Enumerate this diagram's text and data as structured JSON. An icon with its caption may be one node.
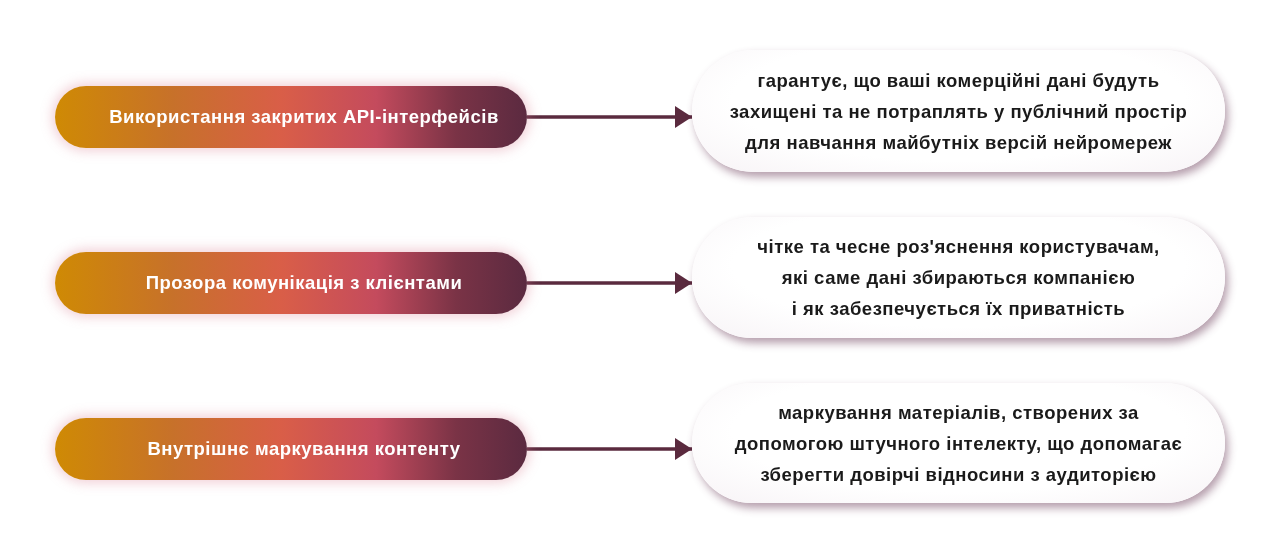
{
  "diagram": {
    "nodes": [
      {
        "text": [
          "Використання закритих API-інтерфейсів"
        ]
      },
      {
        "text": [
          "гарантує, що ваші комерційні дані будуть захищені та не потраплять у публічний простір для навчання майбутніх версій нейромереж"
        ]
      },
      {
        "text": [
          "Прозора комунікація з клієнтами"
        ]
      },
      {
        "text": [
          "чітке та чесне роз'яснення користувачам, які саме дані збираються компанією і як забезпечується їх приватність"
        ]
      },
      {
        "text": [
          "Внутрішнє маркування контенту"
        ]
      },
      {
        "text": [
          "маркування матеріалів, створених за допомогою штучного інтелекту, що допомагає зберегти довірчі відносини з аудиторією"
        ]
      }
    ],
    "edges": [
      {
        "from": 0,
        "to": 1,
        "arrow": "to"
      },
      {
        "from": 2,
        "to": 3,
        "arrow": "to"
      },
      {
        "from": 4,
        "to": 5,
        "arrow": "to"
      }
    ]
  }
}
